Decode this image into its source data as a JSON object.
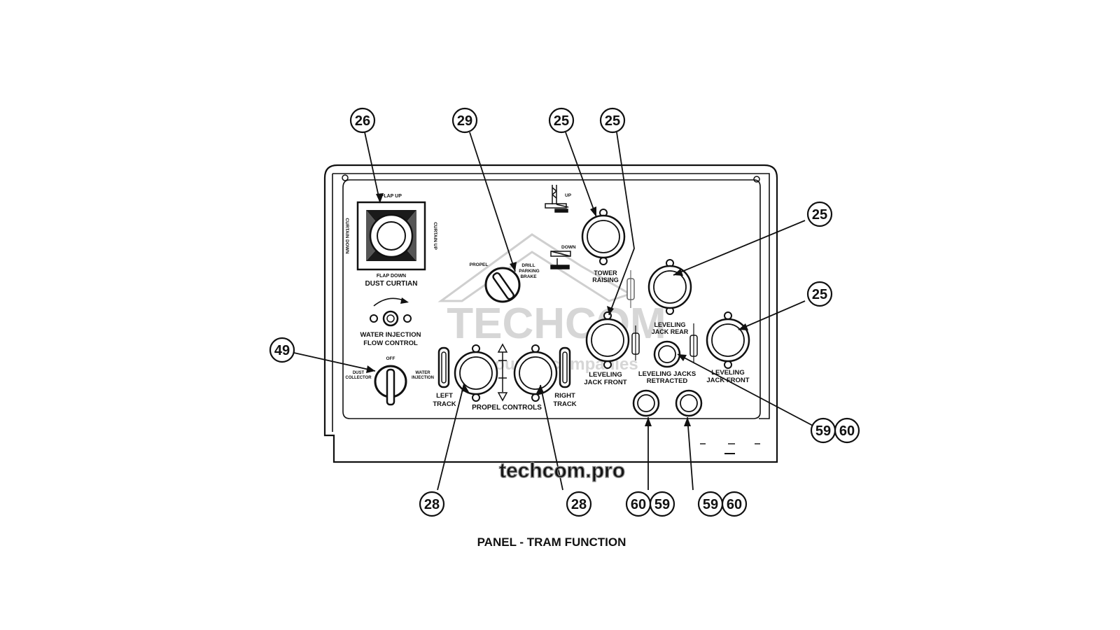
{
  "caption": "PANEL - TRAM FUNCTION",
  "watermark": {
    "brand": "TECHCOM",
    "sub": "Group of companies",
    "url": "techcom.pro"
  },
  "panel_labels": {
    "flap_up": "FLAP UP",
    "flap_down": "FLAP DOWN",
    "dust_curtain": "DUST CURTIAN",
    "curtain_down": "CURTAIN DOWN",
    "curtain_up": "CURTAIN UP",
    "water_injection_1": "WATER INJECTION",
    "water_injection_2": "FLOW CONTROL",
    "off": "OFF",
    "dust_collector_1": "DUST",
    "dust_collector_2": "COLLECTOR",
    "water_inj_1": "WATER",
    "water_inj_2": "INJECTION",
    "propel": "PROPEL",
    "drill": "DRILL",
    "parking": "PARKING",
    "brake": "BRAKE",
    "up": "UP",
    "down": "DOWN",
    "tower_raising_1": "TOWER",
    "tower_raising_2": "RAISING",
    "left_track_1": "LEFT",
    "left_track_2": "TRACK",
    "right_track_1": "RIGHT",
    "right_track_2": "TRACK",
    "propel_controls": "PROPEL CONTROLS",
    "leveling_jack_front_1": "LEVELING",
    "leveling_jack_front_2": "JACK FRONT",
    "leveling_jack_rear_1": "LEVELING",
    "leveling_jack_rear_2": "JACK REAR",
    "leveling_jacks_retracted_1": "LEVELING JACKS",
    "leveling_jacks_retracted_2": "RETRACTED"
  },
  "callouts": [
    {
      "id": "c-26",
      "label": "26"
    },
    {
      "id": "c-29",
      "label": "29"
    },
    {
      "id": "c-25a",
      "label": "25"
    },
    {
      "id": "c-25b",
      "label": "25"
    },
    {
      "id": "c-25c",
      "label": "25"
    },
    {
      "id": "c-25d",
      "label": "25"
    },
    {
      "id": "c-49",
      "label": "49"
    },
    {
      "id": "c-59r",
      "label": "59"
    },
    {
      "id": "c-60r",
      "label": "60"
    },
    {
      "id": "c-28a",
      "label": "28"
    },
    {
      "id": "c-28b",
      "label": "28"
    },
    {
      "id": "c-60b1",
      "label": "60"
    },
    {
      "id": "c-59b1",
      "label": "59"
    },
    {
      "id": "c-59b2",
      "label": "59"
    },
    {
      "id": "c-60b2",
      "label": "60"
    }
  ]
}
